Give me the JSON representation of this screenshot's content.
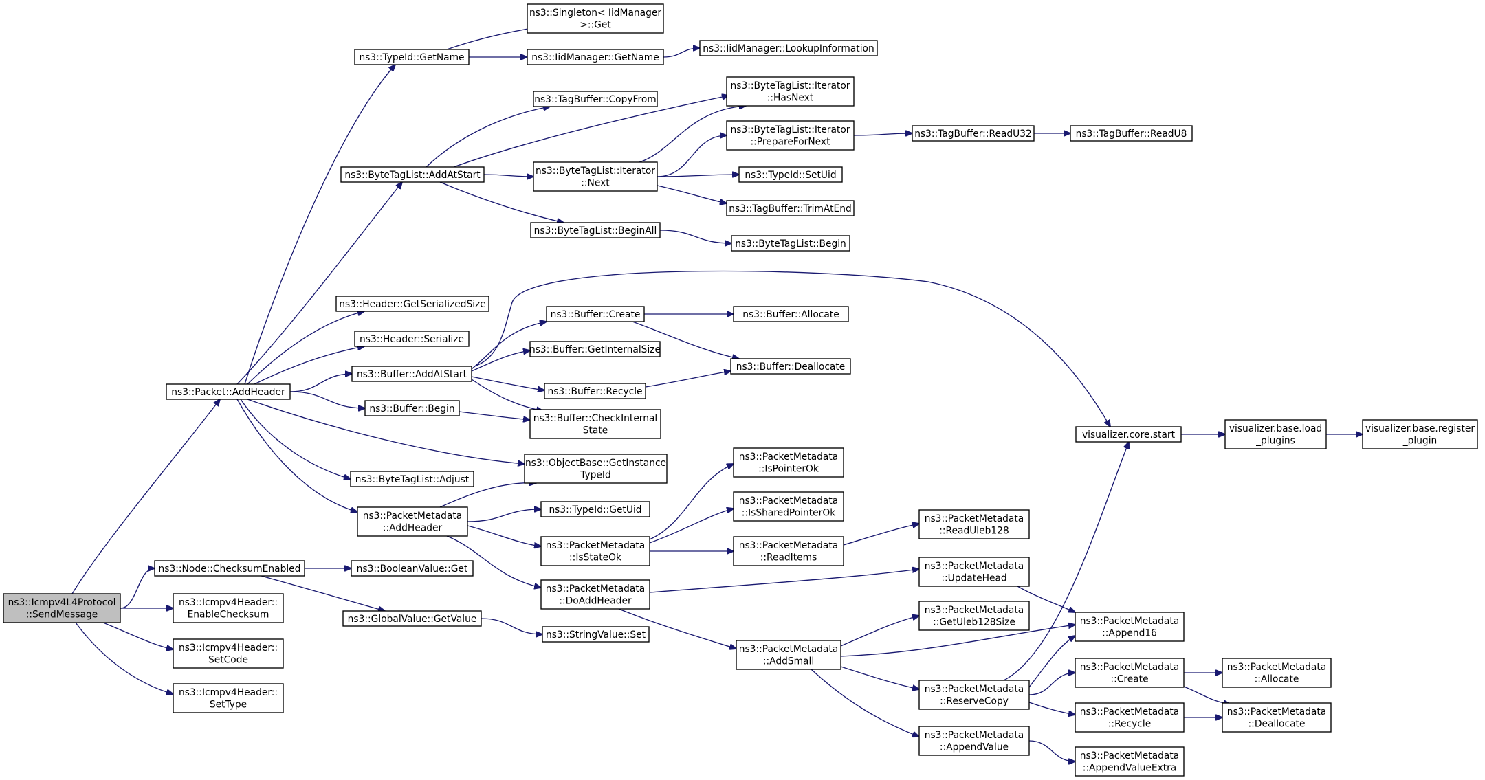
{
  "root": "n0",
  "colors": {
    "edge": "#191970",
    "root_fill": "#bfbfbf",
    "node_fill": "#ffffff",
    "node_border": "#000000"
  },
  "nodes": [
    {
      "id": "n0",
      "lines": [
        "ns3::Icmpv4L4Protocol",
        "::SendMessage"
      ]
    },
    {
      "id": "n1",
      "lines": [
        "ns3::Packet::AddHeader"
      ]
    },
    {
      "id": "n2",
      "lines": [
        "ns3::Node::ChecksumEnabled"
      ]
    },
    {
      "id": "n3",
      "lines": [
        "ns3::Icmpv4Header::",
        "EnableChecksum"
      ]
    },
    {
      "id": "n4",
      "lines": [
        "ns3::Icmpv4Header::",
        "SetCode"
      ]
    },
    {
      "id": "n5",
      "lines": [
        "ns3::Icmpv4Header::",
        "SetType"
      ]
    },
    {
      "id": "n6",
      "lines": [
        "ns3::TypeId::GetName"
      ]
    },
    {
      "id": "n7",
      "lines": [
        "ns3::ByteTagList::AddAtStart"
      ]
    },
    {
      "id": "n8",
      "lines": [
        "ns3::Header::GetSerializedSize"
      ]
    },
    {
      "id": "n9",
      "lines": [
        "ns3::Header::Serialize"
      ]
    },
    {
      "id": "n10",
      "lines": [
        "ns3::Buffer::AddAtStart"
      ]
    },
    {
      "id": "n11",
      "lines": [
        "ns3::Buffer::Begin"
      ]
    },
    {
      "id": "n12",
      "lines": [
        "ns3::ByteTagList::Adjust"
      ]
    },
    {
      "id": "n13",
      "lines": [
        "ns3::PacketMetadata",
        "::AddHeader"
      ]
    },
    {
      "id": "n14",
      "lines": [
        "ns3::BooleanValue::Get"
      ]
    },
    {
      "id": "n15",
      "lines": [
        "ns3::GlobalValue::GetValue"
      ]
    },
    {
      "id": "n16",
      "lines": [
        "ns3::Singleton< IidManager",
        ">::Get"
      ]
    },
    {
      "id": "n17",
      "lines": [
        "ns3::IidManager::GetName"
      ]
    },
    {
      "id": "n18",
      "lines": [
        "ns3::TagBuffer::CopyFrom"
      ]
    },
    {
      "id": "n19",
      "lines": [
        "ns3::ByteTagList::Iterator",
        "::Next"
      ]
    },
    {
      "id": "n20",
      "lines": [
        "ns3::ByteTagList::BeginAll"
      ]
    },
    {
      "id": "n21",
      "lines": [
        "ns3::Buffer::Create"
      ]
    },
    {
      "id": "n22",
      "lines": [
        "ns3::Buffer::GetInternalSize"
      ]
    },
    {
      "id": "n23",
      "lines": [
        "ns3::Buffer::Recycle"
      ]
    },
    {
      "id": "n24",
      "lines": [
        "ns3::Buffer::CheckInternal",
        "State"
      ]
    },
    {
      "id": "n25",
      "lines": [
        "ns3::ObjectBase::GetInstance",
        "TypeId"
      ]
    },
    {
      "id": "n26",
      "lines": [
        "ns3::TypeId::GetUid"
      ]
    },
    {
      "id": "n27",
      "lines": [
        "ns3::PacketMetadata",
        "::IsStateOk"
      ]
    },
    {
      "id": "n28",
      "lines": [
        "ns3::PacketMetadata",
        "::DoAddHeader"
      ]
    },
    {
      "id": "n29",
      "lines": [
        "ns3::StringValue::Set"
      ]
    },
    {
      "id": "n30",
      "lines": [
        "ns3::IidManager::LookupInformation"
      ]
    },
    {
      "id": "n31",
      "lines": [
        "ns3::ByteTagList::Iterator",
        "::HasNext"
      ]
    },
    {
      "id": "n32",
      "lines": [
        "ns3::ByteTagList::Iterator",
        "::PrepareForNext"
      ]
    },
    {
      "id": "n33",
      "lines": [
        "ns3::TypeId::SetUid"
      ]
    },
    {
      "id": "n34",
      "lines": [
        "ns3::TagBuffer::TrimAtEnd"
      ]
    },
    {
      "id": "n35",
      "lines": [
        "ns3::ByteTagList::Begin"
      ]
    },
    {
      "id": "n36",
      "lines": [
        "ns3::Buffer::Allocate"
      ]
    },
    {
      "id": "n37",
      "lines": [
        "ns3::Buffer::Deallocate"
      ]
    },
    {
      "id": "n38",
      "lines": [
        "ns3::PacketMetadata",
        "::IsPointerOk"
      ]
    },
    {
      "id": "n39",
      "lines": [
        "ns3::PacketMetadata",
        "::IsSharedPointerOk"
      ]
    },
    {
      "id": "n40",
      "lines": [
        "ns3::PacketMetadata",
        "::ReadItems"
      ]
    },
    {
      "id": "n41",
      "lines": [
        "ns3::PacketMetadata",
        "::AddSmall"
      ]
    },
    {
      "id": "n42",
      "lines": [
        "ns3::TagBuffer::ReadU32"
      ]
    },
    {
      "id": "n43",
      "lines": [
        "ns3::TagBuffer::ReadU8"
      ]
    },
    {
      "id": "n44",
      "lines": [
        "ns3::PacketMetadata",
        "::ReadUleb128"
      ]
    },
    {
      "id": "n45",
      "lines": [
        "ns3::PacketMetadata",
        "::UpdateHead"
      ]
    },
    {
      "id": "n46",
      "lines": [
        "ns3::PacketMetadata",
        "::GetUleb128Size"
      ]
    },
    {
      "id": "n47",
      "lines": [
        "ns3::PacketMetadata",
        "::ReserveCopy"
      ]
    },
    {
      "id": "n48",
      "lines": [
        "ns3::PacketMetadata",
        "::AppendValue"
      ]
    },
    {
      "id": "n49",
      "lines": [
        "visualizer.core.start"
      ]
    },
    {
      "id": "n50",
      "lines": [
        "ns3::PacketMetadata",
        "::Append16"
      ]
    },
    {
      "id": "n51",
      "lines": [
        "ns3::PacketMetadata",
        "::Create"
      ]
    },
    {
      "id": "n52",
      "lines": [
        "ns3::PacketMetadata",
        "::Recycle"
      ]
    },
    {
      "id": "n53",
      "lines": [
        "ns3::PacketMetadata",
        "::AppendValueExtra"
      ]
    },
    {
      "id": "n54",
      "lines": [
        "visualizer.base.load",
        "_plugins"
      ]
    },
    {
      "id": "n55",
      "lines": [
        "ns3::PacketMetadata",
        "::Allocate"
      ]
    },
    {
      "id": "n56",
      "lines": [
        "ns3::PacketMetadata",
        "::Deallocate"
      ]
    },
    {
      "id": "n57",
      "lines": [
        "visualizer.base.register",
        "_plugin"
      ]
    }
  ],
  "edges": [
    [
      "n0",
      "n1"
    ],
    [
      "n0",
      "n2"
    ],
    [
      "n0",
      "n3"
    ],
    [
      "n0",
      "n4"
    ],
    [
      "n0",
      "n5"
    ],
    [
      "n1",
      "n6"
    ],
    [
      "n1",
      "n7"
    ],
    [
      "n1",
      "n8"
    ],
    [
      "n1",
      "n9"
    ],
    [
      "n1",
      "n10"
    ],
    [
      "n1",
      "n11"
    ],
    [
      "n1",
      "n25"
    ],
    [
      "n1",
      "n12"
    ],
    [
      "n1",
      "n13"
    ],
    [
      "n2",
      "n14"
    ],
    [
      "n2",
      "n15"
    ],
    [
      "n6",
      "n16"
    ],
    [
      "n6",
      "n17"
    ],
    [
      "n17",
      "n30"
    ],
    [
      "n7",
      "n18"
    ],
    [
      "n7",
      "n31"
    ],
    [
      "n7",
      "n19"
    ],
    [
      "n7",
      "n20"
    ],
    [
      "n19",
      "n31"
    ],
    [
      "n19",
      "n32"
    ],
    [
      "n19",
      "n33"
    ],
    [
      "n19",
      "n34"
    ],
    [
      "n32",
      "n42"
    ],
    [
      "n42",
      "n43"
    ],
    [
      "n20",
      "n35"
    ],
    [
      "n10",
      "n49"
    ],
    [
      "n10",
      "n21"
    ],
    [
      "n10",
      "n22"
    ],
    [
      "n10",
      "n23"
    ],
    [
      "n10",
      "n24"
    ],
    [
      "n21",
      "n36"
    ],
    [
      "n21",
      "n37"
    ],
    [
      "n23",
      "n37"
    ],
    [
      "n11",
      "n24"
    ],
    [
      "n13",
      "n25"
    ],
    [
      "n13",
      "n26"
    ],
    [
      "n13",
      "n27"
    ],
    [
      "n13",
      "n28"
    ],
    [
      "n27",
      "n38"
    ],
    [
      "n27",
      "n39"
    ],
    [
      "n27",
      "n40"
    ],
    [
      "n40",
      "n44"
    ],
    [
      "n28",
      "n45"
    ],
    [
      "n28",
      "n41"
    ],
    [
      "n41",
      "n46"
    ],
    [
      "n41",
      "n50"
    ],
    [
      "n41",
      "n47"
    ],
    [
      "n41",
      "n48"
    ],
    [
      "n45",
      "n50"
    ],
    [
      "n47",
      "n49"
    ],
    [
      "n47",
      "n50"
    ],
    [
      "n47",
      "n51"
    ],
    [
      "n47",
      "n52"
    ],
    [
      "n48",
      "n53"
    ],
    [
      "n51",
      "n55"
    ],
    [
      "n51",
      "n56"
    ],
    [
      "n52",
      "n56"
    ],
    [
      "n49",
      "n54"
    ],
    [
      "n54",
      "n57"
    ],
    [
      "n15",
      "n29"
    ]
  ]
}
